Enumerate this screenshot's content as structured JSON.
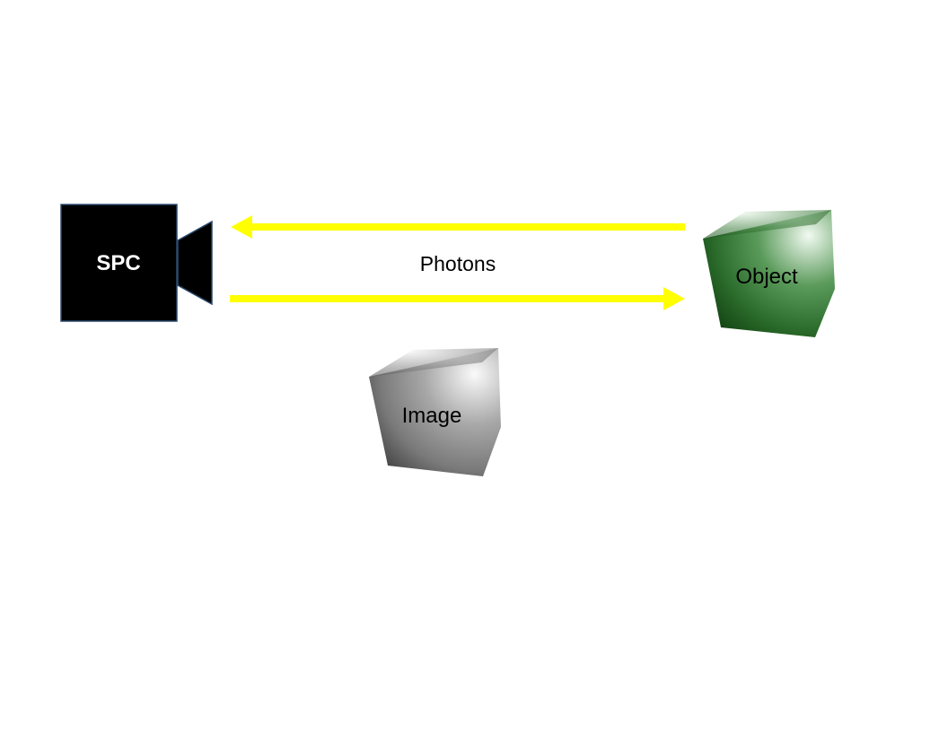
{
  "camera": {
    "label": "SPC",
    "body_color": "#000000",
    "text_color": "#ffffff",
    "outline_color": "#1f3a5a"
  },
  "beam": {
    "label": "Photons",
    "color": "#ffff00"
  },
  "object": {
    "label": "Object",
    "highlight_color": "#e8f4e8",
    "base_color": "#1e5a1e",
    "dark_color": "#123d12"
  },
  "image": {
    "label": "Image",
    "highlight_color": "#f4f4f4",
    "base_color": "#7a7a7a",
    "dark_color": "#3a3a3a"
  }
}
